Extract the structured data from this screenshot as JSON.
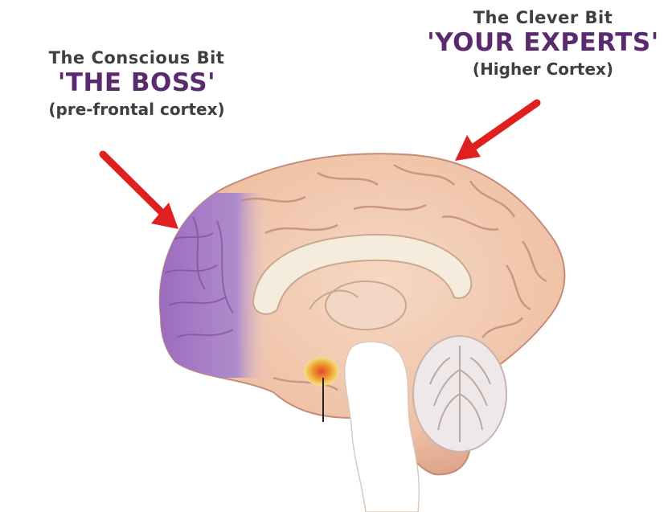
{
  "labels": {
    "boss": {
      "line1": "The Conscious Bit",
      "line2": "'THE BOSS'",
      "line3": "(pre-frontal cortex)"
    },
    "experts": {
      "line1": "The Clever Bit",
      "line2": "'YOUR EXPERTS'",
      "line3": "(Higher Cortex)"
    }
  },
  "colors": {
    "accent_text": "#5a2a6e",
    "arrow": "#e02020",
    "cortex": "#f0c4aa",
    "prefrontal": "#a77bc4",
    "amygdala": "#e8a020",
    "cerebellum": "#ece6e6"
  },
  "icons": {
    "arrow_left": "arrow-icon",
    "arrow_right": "arrow-icon"
  }
}
